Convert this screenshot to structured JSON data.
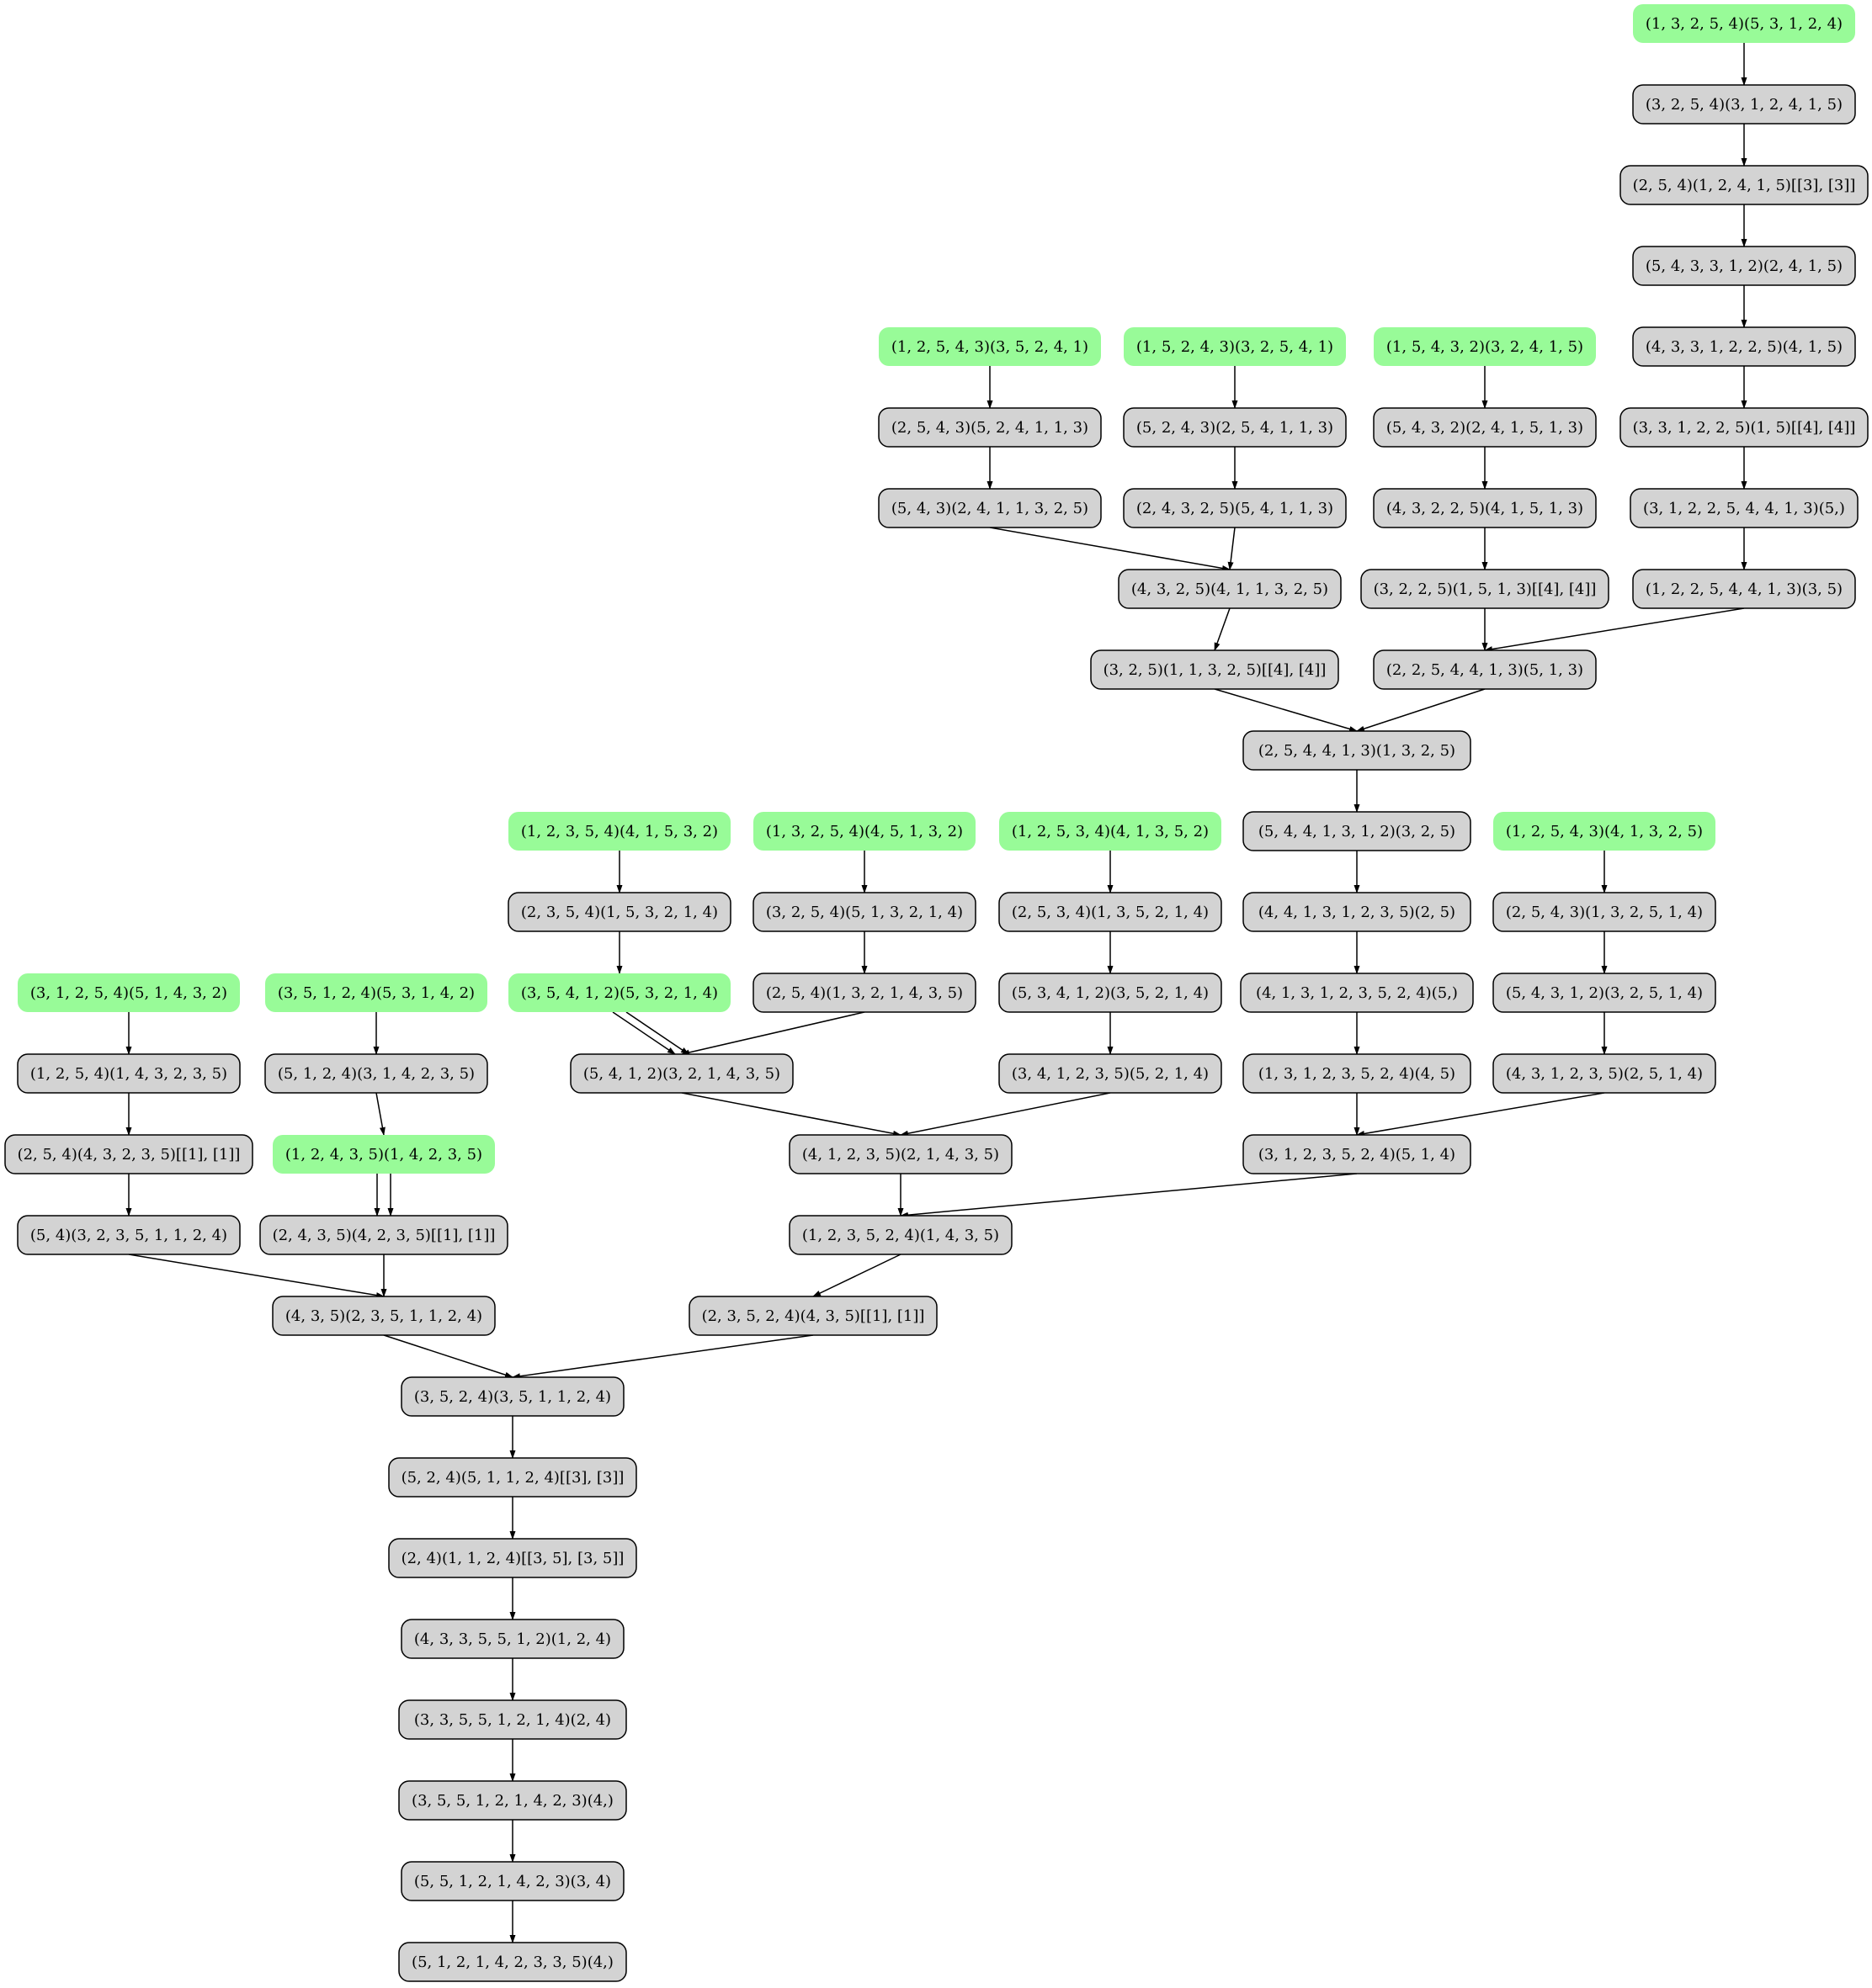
{
  "colors": {
    "leaf_fill": "#98fb98",
    "node_fill": "#d3d3d3",
    "stroke": "#000000",
    "background": "#ffffff"
  },
  "nodes": [
    {
      "id": "a0",
      "label": "(1, 3, 2, 5, 4)(5, 3, 1, 2, 4)",
      "leaf": true
    },
    {
      "id": "a1",
      "label": "(3, 2, 5, 4)(3, 1, 2, 4, 1, 5)",
      "leaf": false
    },
    {
      "id": "a2",
      "label": "(2, 5, 4)(1, 2, 4, 1, 5)[[3], [3]]",
      "leaf": false
    },
    {
      "id": "a3",
      "label": "(5, 4, 3, 3, 1, 2)(2, 4, 1, 5)",
      "leaf": false
    },
    {
      "id": "a4",
      "label": "(4, 3, 3, 1, 2, 2, 5)(4, 1, 5)",
      "leaf": false
    },
    {
      "id": "a5",
      "label": "(3, 3, 1, 2, 2, 5)(1, 5)[[4], [4]]",
      "leaf": false
    },
    {
      "id": "a6",
      "label": "(3, 1, 2, 2, 5, 4, 4, 1, 3)(5,)",
      "leaf": false
    },
    {
      "id": "a7",
      "label": "(1, 2, 2, 5, 4, 4, 1, 3)(3, 5)",
      "leaf": false
    },
    {
      "id": "b0",
      "label": "(1, 2, 5, 4, 3)(3, 5, 2, 4, 1)",
      "leaf": true
    },
    {
      "id": "b1",
      "label": "(2, 5, 4, 3)(5, 2, 4, 1, 1, 3)",
      "leaf": false
    },
    {
      "id": "b2",
      "label": "(5, 4, 3)(2, 4, 1, 1, 3, 2, 5)",
      "leaf": false
    },
    {
      "id": "c0",
      "label": "(1, 5, 2, 4, 3)(3, 2, 5, 4, 1)",
      "leaf": true
    },
    {
      "id": "c1",
      "label": "(5, 2, 4, 3)(2, 5, 4, 1, 1, 3)",
      "leaf": false
    },
    {
      "id": "c2",
      "label": "(2, 4, 3, 2, 5)(5, 4, 1, 1, 3)",
      "leaf": false
    },
    {
      "id": "d0",
      "label": "(1, 5, 4, 3, 2)(3, 2, 4, 1, 5)",
      "leaf": true
    },
    {
      "id": "d1",
      "label": "(5, 4, 3, 2)(2, 4, 1, 5, 1, 3)",
      "leaf": false
    },
    {
      "id": "d2",
      "label": "(4, 3, 2, 2, 5)(4, 1, 5, 1, 3)",
      "leaf": false
    },
    {
      "id": "d3",
      "label": "(3, 2, 2, 5)(1, 5, 1, 3)[[4], [4]]",
      "leaf": false
    },
    {
      "id": "e1",
      "label": "(4, 3, 2, 5)(4, 1, 1, 3, 2, 5)",
      "leaf": false
    },
    {
      "id": "e2",
      "label": "(3, 2, 5)(1, 1, 3, 2, 5)[[4], [4]]",
      "leaf": false
    },
    {
      "id": "f1",
      "label": "(2, 2, 5, 4, 4, 1, 3)(5, 1, 3)",
      "leaf": false
    },
    {
      "id": "g1",
      "label": "(2, 5, 4, 4, 1, 3)(1, 3, 2, 5)",
      "leaf": false
    },
    {
      "id": "g2",
      "label": "(5, 4, 4, 1, 3, 1, 2)(3, 2, 5)",
      "leaf": false
    },
    {
      "id": "g3",
      "label": "(4, 4, 1, 3, 1, 2, 3, 5)(2, 5)",
      "leaf": false
    },
    {
      "id": "g4",
      "label": "(4, 1, 3, 1, 2, 3, 5, 2, 4)(5,)",
      "leaf": false
    },
    {
      "id": "g5",
      "label": "(1, 3, 1, 2, 3, 5, 2, 4)(4, 5)",
      "leaf": false
    },
    {
      "id": "h0",
      "label": "(1, 2, 3, 5, 4)(4, 1, 5, 3, 2)",
      "leaf": true
    },
    {
      "id": "h1",
      "label": "(2, 3, 5, 4)(1, 5, 3, 2, 1, 4)",
      "leaf": false
    },
    {
      "id": "h2",
      "label": "(3, 5, 4, 1, 2)(5, 3, 2, 1, 4)",
      "leaf": true
    },
    {
      "id": "i0",
      "label": "(1, 3, 2, 5, 4)(4, 5, 1, 3, 2)",
      "leaf": true
    },
    {
      "id": "i1",
      "label": "(3, 2, 5, 4)(5, 1, 3, 2, 1, 4)",
      "leaf": false
    },
    {
      "id": "i2",
      "label": "(2, 5, 4)(1, 3, 2, 1, 4, 3, 5)",
      "leaf": false
    },
    {
      "id": "j0",
      "label": "(1, 2, 5, 3, 4)(4, 1, 3, 5, 2)",
      "leaf": true
    },
    {
      "id": "j1",
      "label": "(2, 5, 3, 4)(1, 3, 5, 2, 1, 4)",
      "leaf": false
    },
    {
      "id": "j2",
      "label": "(5, 3, 4, 1, 2)(3, 5, 2, 1, 4)",
      "leaf": false
    },
    {
      "id": "j3",
      "label": "(3, 4, 1, 2, 3, 5)(5, 2, 1, 4)",
      "leaf": false
    },
    {
      "id": "k0",
      "label": "(1, 2, 5, 4, 3)(4, 1, 3, 2, 5)",
      "leaf": true
    },
    {
      "id": "k1",
      "label": "(2, 5, 4, 3)(1, 3, 2, 5, 1, 4)",
      "leaf": false
    },
    {
      "id": "k2",
      "label": "(5, 4, 3, 1, 2)(3, 2, 5, 1, 4)",
      "leaf": false
    },
    {
      "id": "k3",
      "label": "(4, 3, 1, 2, 3, 5)(2, 5, 1, 4)",
      "leaf": false
    },
    {
      "id": "l1",
      "label": "(3, 1, 2, 3, 5, 2, 4)(5, 1, 4)",
      "leaf": false
    },
    {
      "id": "m1",
      "label": "(5, 4, 1, 2)(3, 2, 1, 4, 3, 5)",
      "leaf": false
    },
    {
      "id": "n1",
      "label": "(4, 1, 2, 3, 5)(2, 1, 4, 3, 5)",
      "leaf": false
    },
    {
      "id": "n2",
      "label": "(1, 2, 3, 5, 2, 4)(1, 4, 3, 5)",
      "leaf": false
    },
    {
      "id": "n3",
      "label": "(2, 3, 5, 2, 4)(4, 3, 5)[[1], [1]]",
      "leaf": false
    },
    {
      "id": "p0",
      "label": "(3, 1, 2, 5, 4)(5, 1, 4, 3, 2)",
      "leaf": true
    },
    {
      "id": "p1",
      "label": "(1, 2, 5, 4)(1, 4, 3, 2, 3, 5)",
      "leaf": false
    },
    {
      "id": "p2",
      "label": "(2, 5, 4)(4, 3, 2, 3, 5)[[1], [1]]",
      "leaf": false
    },
    {
      "id": "p3",
      "label": "(5, 4)(3, 2, 3, 5, 1, 1, 2, 4)",
      "leaf": false
    },
    {
      "id": "q0",
      "label": "(3, 5, 1, 2, 4)(5, 3, 1, 4, 2)",
      "leaf": true
    },
    {
      "id": "q1",
      "label": "(5, 1, 2, 4)(3, 1, 4, 2, 3, 5)",
      "leaf": false
    },
    {
      "id": "q2",
      "label": "(1, 2, 4, 3, 5)(1, 4, 2, 3, 5)",
      "leaf": true
    },
    {
      "id": "q3",
      "label": "(2, 4, 3, 5)(4, 2, 3, 5)[[1], [1]]",
      "leaf": false
    },
    {
      "id": "r1",
      "label": "(4, 3, 5)(2, 3, 5, 1, 1, 2, 4)",
      "leaf": false
    },
    {
      "id": "s1",
      "label": "(3, 5, 2, 4)(3, 5, 1, 1, 2, 4)",
      "leaf": false
    },
    {
      "id": "s2",
      "label": "(5, 2, 4)(5, 1, 1, 2, 4)[[3], [3]]",
      "leaf": false
    },
    {
      "id": "s3",
      "label": "(2, 4)(1, 1, 2, 4)[[3, 5], [3, 5]]",
      "leaf": false
    },
    {
      "id": "s4",
      "label": "(4, 3, 3, 5, 5, 1, 2)(1, 2, 4)",
      "leaf": false
    },
    {
      "id": "s5",
      "label": "(3, 3, 5, 5, 1, 2, 1, 4)(2, 4)",
      "leaf": false
    },
    {
      "id": "s6",
      "label": "(3, 5, 5, 1, 2, 1, 4, 2, 3)(4,)",
      "leaf": false
    },
    {
      "id": "s7",
      "label": "(5, 5, 1, 2, 1, 4, 2, 3)(3, 4)",
      "leaf": false
    },
    {
      "id": "s8",
      "label": "(5, 1, 2, 1, 4, 2, 3, 3, 5)(4,)",
      "leaf": false
    }
  ],
  "edges": [
    [
      "a0",
      "a1"
    ],
    [
      "a1",
      "a2"
    ],
    [
      "a2",
      "a3"
    ],
    [
      "a3",
      "a4"
    ],
    [
      "a4",
      "a5"
    ],
    [
      "a5",
      "a6"
    ],
    [
      "a6",
      "a7"
    ],
    [
      "a7",
      "f1"
    ],
    [
      "b0",
      "b1"
    ],
    [
      "b1",
      "b2"
    ],
    [
      "b2",
      "e1"
    ],
    [
      "c0",
      "c1"
    ],
    [
      "c1",
      "c2"
    ],
    [
      "c2",
      "e1"
    ],
    [
      "d0",
      "d1"
    ],
    [
      "d1",
      "d2"
    ],
    [
      "d2",
      "d3"
    ],
    [
      "d3",
      "f1"
    ],
    [
      "e1",
      "e2"
    ],
    [
      "e2",
      "g1"
    ],
    [
      "f1",
      "g1"
    ],
    [
      "g1",
      "g2"
    ],
    [
      "g2",
      "g3"
    ],
    [
      "g3",
      "g4"
    ],
    [
      "g4",
      "g5"
    ],
    [
      "g5",
      "l1"
    ],
    [
      "h0",
      "h1"
    ],
    [
      "h1",
      "h2"
    ],
    [
      "h2",
      "m1"
    ],
    [
      "h2",
      "m1"
    ],
    [
      "i0",
      "i1"
    ],
    [
      "i1",
      "i2"
    ],
    [
      "i2",
      "m1"
    ],
    [
      "j0",
      "j1"
    ],
    [
      "j1",
      "j2"
    ],
    [
      "j2",
      "j3"
    ],
    [
      "j3",
      "n1"
    ],
    [
      "k0",
      "k1"
    ],
    [
      "k1",
      "k2"
    ],
    [
      "k2",
      "k3"
    ],
    [
      "k3",
      "l1"
    ],
    [
      "m1",
      "n1"
    ],
    [
      "n1",
      "n2"
    ],
    [
      "l1",
      "n2"
    ],
    [
      "n2",
      "n3"
    ],
    [
      "p0",
      "p1"
    ],
    [
      "p1",
      "p2"
    ],
    [
      "p2",
      "p3"
    ],
    [
      "p3",
      "r1"
    ],
    [
      "q0",
      "q1"
    ],
    [
      "q1",
      "q2"
    ],
    [
      "q2",
      "q3"
    ],
    [
      "q2",
      "q3"
    ],
    [
      "q3",
      "r1"
    ],
    [
      "r1",
      "s1"
    ],
    [
      "n3",
      "s1"
    ],
    [
      "s1",
      "s2"
    ],
    [
      "s2",
      "s3"
    ],
    [
      "s3",
      "s4"
    ],
    [
      "s4",
      "s5"
    ],
    [
      "s5",
      "s6"
    ],
    [
      "s6",
      "s7"
    ],
    [
      "s7",
      "s8"
    ]
  ]
}
